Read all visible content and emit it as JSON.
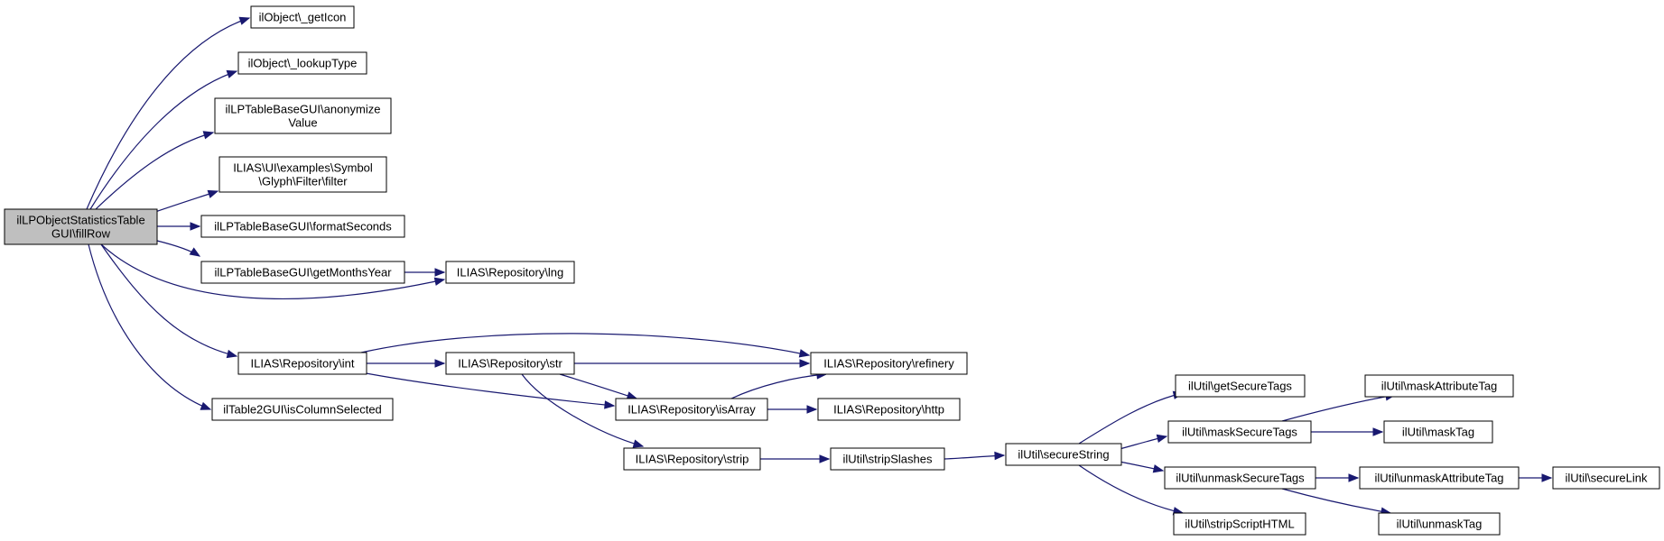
{
  "diagram": {
    "type": "call-graph",
    "colors": {
      "edge": "#191970",
      "node_border": "#000000",
      "node_fill": "#ffffff",
      "root_fill": "#bfbfbf",
      "background": "#ffffff"
    },
    "nodes": [
      {
        "id": "root",
        "lines": [
          "ilLPObjectStatisticsTable",
          "GUI\\fillRow"
        ],
        "root": true
      },
      {
        "id": "getIcon",
        "lines": [
          "ilObject\\_getIcon"
        ]
      },
      {
        "id": "lookupType",
        "lines": [
          "ilObject\\_lookupType"
        ]
      },
      {
        "id": "anonymize",
        "lines": [
          "ilLPTableBaseGUI\\anonymize",
          "Value"
        ]
      },
      {
        "id": "filter",
        "lines": [
          "ILIAS\\UI\\examples\\Symbol",
          "\\Glyph\\Filter\\filter"
        ]
      },
      {
        "id": "formatSeconds",
        "lines": [
          "ilLPTableBaseGUI\\formatSeconds"
        ]
      },
      {
        "id": "getMonthsYear",
        "lines": [
          "ilLPTableBaseGUI\\getMonthsYear"
        ]
      },
      {
        "id": "lng",
        "lines": [
          "ILIAS\\Repository\\lng"
        ]
      },
      {
        "id": "int",
        "lines": [
          "ILIAS\\Repository\\int"
        ]
      },
      {
        "id": "str",
        "lines": [
          "ILIAS\\Repository\\str"
        ]
      },
      {
        "id": "refinery",
        "lines": [
          "ILIAS\\Repository\\refinery"
        ]
      },
      {
        "id": "isColumnSelected",
        "lines": [
          "ilTable2GUI\\isColumnSelected"
        ]
      },
      {
        "id": "isArray",
        "lines": [
          "ILIAS\\Repository\\isArray"
        ]
      },
      {
        "id": "http",
        "lines": [
          "ILIAS\\Repository\\http"
        ]
      },
      {
        "id": "strip",
        "lines": [
          "ILIAS\\Repository\\strip"
        ]
      },
      {
        "id": "stripSlashes",
        "lines": [
          "ilUtil\\stripSlashes"
        ]
      },
      {
        "id": "secureString",
        "lines": [
          "ilUtil\\secureString"
        ]
      },
      {
        "id": "getSecureTags",
        "lines": [
          "ilUtil\\getSecureTags"
        ]
      },
      {
        "id": "maskSecureTags",
        "lines": [
          "ilUtil\\maskSecureTags"
        ]
      },
      {
        "id": "unmaskSecureTags",
        "lines": [
          "ilUtil\\unmaskSecureTags"
        ]
      },
      {
        "id": "stripScriptHTML",
        "lines": [
          "ilUtil\\stripScriptHTML"
        ]
      },
      {
        "id": "maskAttributeTag",
        "lines": [
          "ilUtil\\maskAttributeTag"
        ]
      },
      {
        "id": "maskTag",
        "lines": [
          "ilUtil\\maskTag"
        ]
      },
      {
        "id": "unmaskAttributeTag",
        "lines": [
          "ilUtil\\unmaskAttributeTag"
        ]
      },
      {
        "id": "unmaskTag",
        "lines": [
          "ilUtil\\unmaskTag"
        ]
      },
      {
        "id": "secureLink",
        "lines": [
          "ilUtil\\secureLink"
        ]
      }
    ],
    "edges": [
      {
        "from": "root",
        "to": "getIcon"
      },
      {
        "from": "root",
        "to": "lookupType"
      },
      {
        "from": "root",
        "to": "anonymize"
      },
      {
        "from": "root",
        "to": "filter"
      },
      {
        "from": "root",
        "to": "formatSeconds"
      },
      {
        "from": "root",
        "to": "getMonthsYear"
      },
      {
        "from": "root",
        "to": "lng"
      },
      {
        "from": "root",
        "to": "int"
      },
      {
        "from": "root",
        "to": "isColumnSelected"
      },
      {
        "from": "getMonthsYear",
        "to": "lng"
      },
      {
        "from": "int",
        "to": "refinery"
      },
      {
        "from": "int",
        "to": "str"
      },
      {
        "from": "int",
        "to": "isArray"
      },
      {
        "from": "str",
        "to": "refinery"
      },
      {
        "from": "str",
        "to": "isArray"
      },
      {
        "from": "str",
        "to": "strip"
      },
      {
        "from": "isArray",
        "to": "refinery"
      },
      {
        "from": "isArray",
        "to": "http"
      },
      {
        "from": "strip",
        "to": "stripSlashes"
      },
      {
        "from": "stripSlashes",
        "to": "secureString"
      },
      {
        "from": "secureString",
        "to": "getSecureTags"
      },
      {
        "from": "secureString",
        "to": "maskSecureTags"
      },
      {
        "from": "secureString",
        "to": "unmaskSecureTags"
      },
      {
        "from": "secureString",
        "to": "stripScriptHTML"
      },
      {
        "from": "maskSecureTags",
        "to": "maskAttributeTag"
      },
      {
        "from": "maskSecureTags",
        "to": "maskTag"
      },
      {
        "from": "unmaskSecureTags",
        "to": "unmaskAttributeTag"
      },
      {
        "from": "unmaskSecureTags",
        "to": "unmaskTag"
      },
      {
        "from": "unmaskAttributeTag",
        "to": "secureLink"
      }
    ]
  }
}
